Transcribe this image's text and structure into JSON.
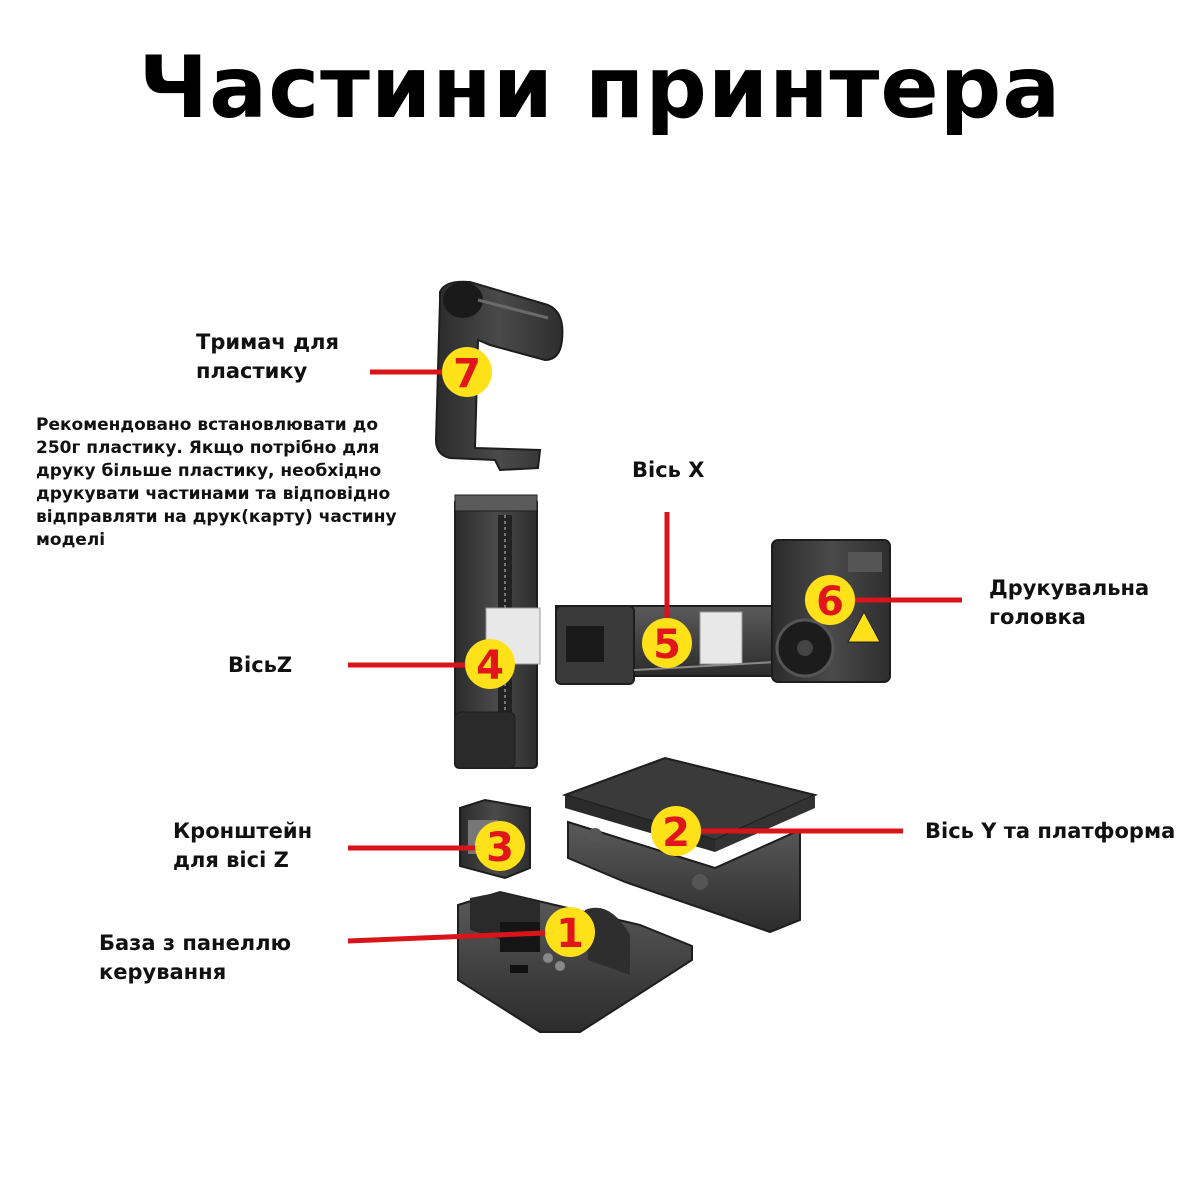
{
  "title": "Частини принтера",
  "callouts": [
    {
      "number": "1",
      "label_lines": [
        "База з панеллю",
        "керування"
      ]
    },
    {
      "number": "2",
      "label_lines": [
        "Вісь Y та платформа"
      ]
    },
    {
      "number": "3",
      "label_lines": [
        "Кронштейн",
        "для вісі Z"
      ]
    },
    {
      "number": "4",
      "label_lines": [
        "ВісьZ"
      ]
    },
    {
      "number": "5",
      "label_lines": [
        "Вісь X"
      ]
    },
    {
      "number": "6",
      "label_lines": [
        "Друкувальна",
        "головка"
      ]
    },
    {
      "number": "7",
      "label_lines": [
        "Тримач для",
        "пластику"
      ]
    }
  ],
  "note": "Рекомендовано встановлювати до 250г пластику. Якщо потрібно для друку більше пластику, необхідно друкувати частинами та відповідно відправляти на друк(карту) частину моделі",
  "colors": {
    "callout_line": "#d9141b",
    "badge_fill": "#ffe11a",
    "badge_text": "#e0161b",
    "part_body": "#3c3c3c"
  }
}
